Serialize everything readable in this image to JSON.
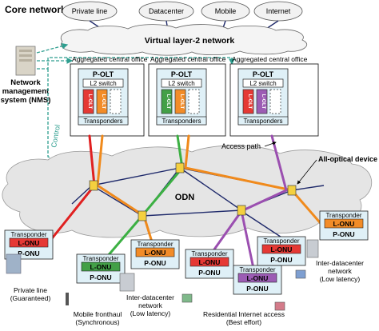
{
  "title": "Core networks",
  "core_services": [
    "Private line",
    "Datacenter",
    "Mobile",
    "Internet"
  ],
  "virtual_network": "Virtual layer-2 network",
  "offices": [
    {
      "label": "Aggregated central office",
      "olt": "P-OLT",
      "switch": "L2 switch",
      "slots": [
        "L-OLT",
        "L-OLT",
        ""
      ],
      "transponders": "Transponders"
    },
    {
      "label": "Aggregated central office",
      "olt": "P-OLT",
      "switch": "L2 switch",
      "slots": [
        "L-OLT",
        "L-OLT",
        ""
      ],
      "transponders": "Transponders"
    },
    {
      "label": "Aggregated central office",
      "olt": "P-OLT",
      "switch": "L2 switch",
      "slots": [
        "L-OLT",
        "L-OLT",
        ""
      ],
      "transponders": "Transponders"
    }
  ],
  "nms": {
    "line1": "Network",
    "line2": "management",
    "line3": "system (NMS)"
  },
  "control_label": "Control",
  "access_path_label": "Access path",
  "all_optical_label": "All-optical device",
  "odn_label": "ODN",
  "onus": [
    {
      "transponder": "Transponder",
      "lonu": "L-ONU",
      "ponu": "P-ONU"
    },
    {
      "transponder": "Transponder",
      "lonu": "L-ONU",
      "ponu": "P-ONU"
    },
    {
      "transponder": "Transponder",
      "lonu": "L-ONU",
      "ponu": "P-ONU"
    },
    {
      "transponder": "Transponder",
      "lonu": "L-ONU",
      "ponu": "P-ONU"
    },
    {
      "transponder": "Transponder",
      "lonu": "L-ONU",
      "ponu": "P-ONU"
    },
    {
      "transponder": "Transponder",
      "lonu": "L-ONU",
      "ponu": "P-ONU"
    },
    {
      "transponder": "Transponder",
      "lonu": "L-ONU",
      "ponu": "P-ONU"
    }
  ],
  "user_labels": {
    "private_line": [
      "Private line",
      "(Guaranteed)"
    ],
    "mobile": [
      "Mobile fronthaul",
      "(Synchronous)"
    ],
    "inter_dc_1": [
      "Inter-datacenter",
      "network",
      "(Low latency)"
    ],
    "residential": [
      "Residential Internet access",
      "(Best effort)"
    ],
    "inter_dc_2": [
      "Inter-datacenter",
      "network",
      "(Low latency)"
    ]
  },
  "colors": {
    "red": "#e02020",
    "orange": "#f08a1c",
    "green": "#3cb043",
    "purple": "#9b4fb0",
    "lonu_red": "#e53935",
    "lonu_green": "#43a047",
    "lonu_purple": "#9c5cb4",
    "lonu_orange": "#f28c28",
    "nms_arrow": "#2e9e8f",
    "fiber": "#1f2a6b"
  }
}
